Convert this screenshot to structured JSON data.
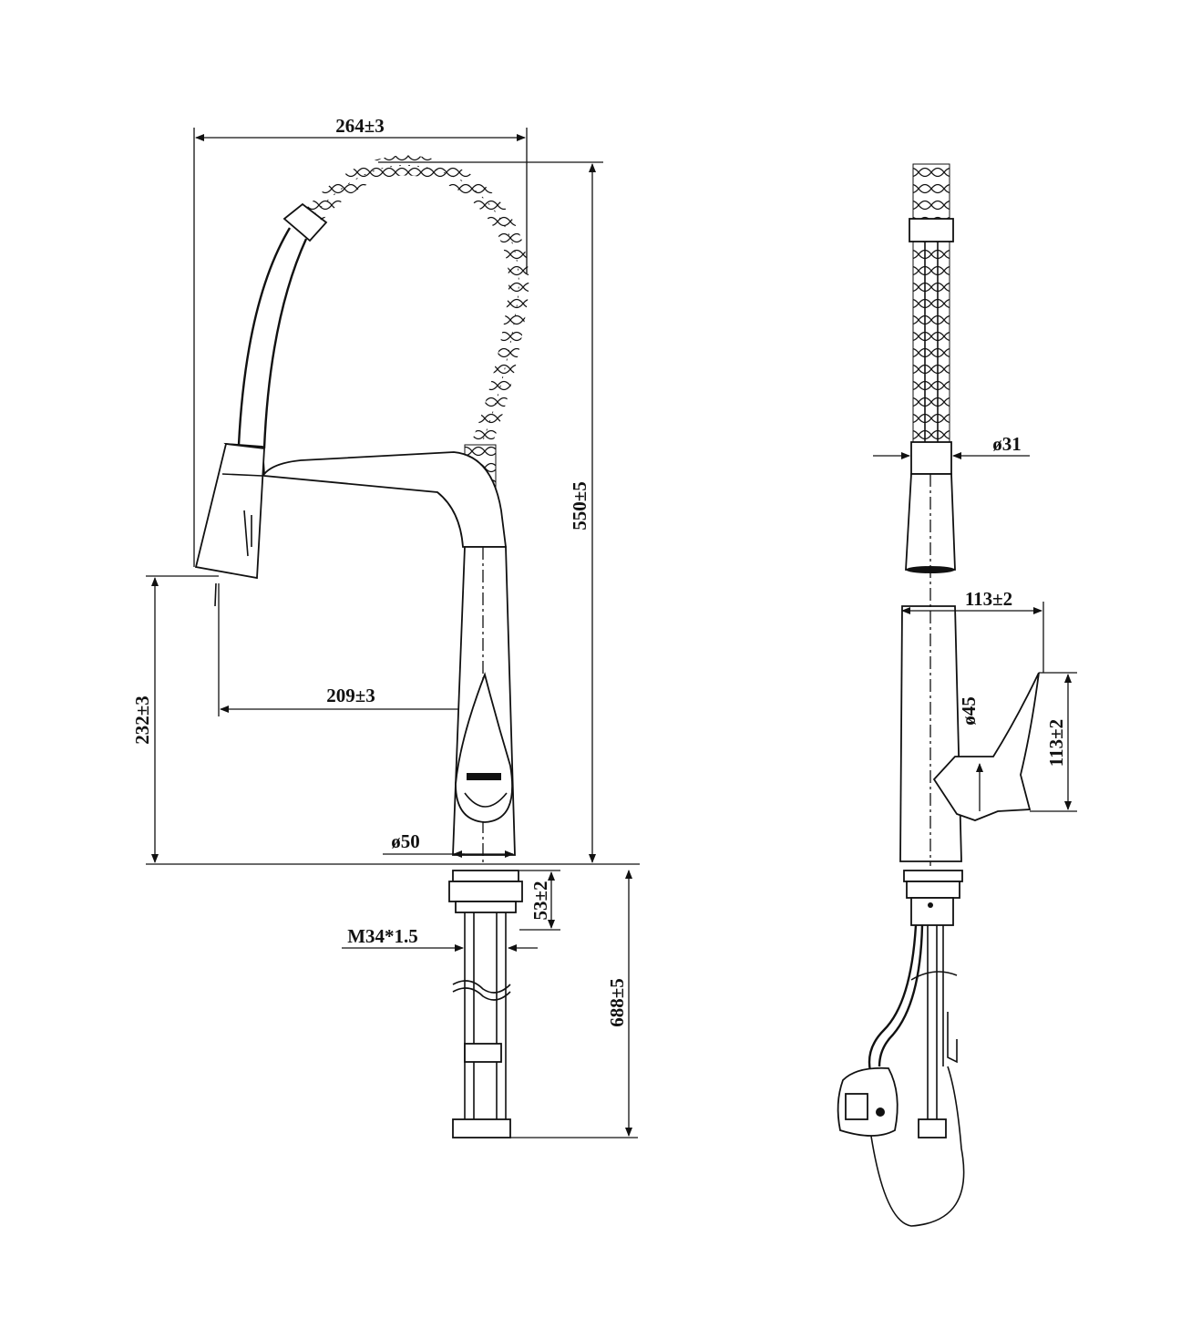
{
  "drawing": {
    "title": "Pull-down kitchen faucet technical drawing",
    "colors": {
      "line": "#111111",
      "background": "#ffffff"
    },
    "front_view": {
      "overall_width": "264±3",
      "overall_height": "550±5",
      "spout_outlet_height": "232±3",
      "spout_reach": "209±3",
      "base_diameter": "ø50",
      "nut_height": "53±2",
      "thread": "M34*1.5",
      "shank_length": "688±5"
    },
    "side_view": {
      "collar_diameter": "ø31",
      "handle_reach": "113±2",
      "body_diameter": "ø45",
      "handle_height": "113±2"
    }
  }
}
